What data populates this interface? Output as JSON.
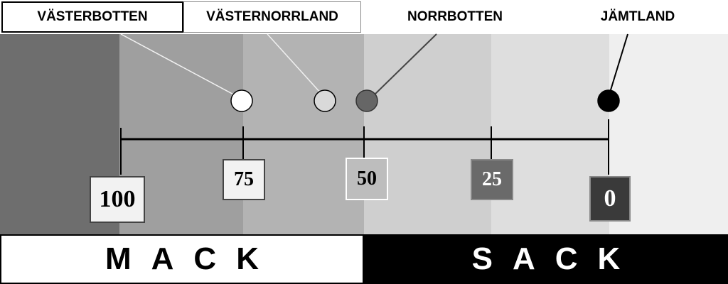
{
  "legend": [
    {
      "label": "VÄSTERBOTTEN",
      "bg": "#ffffff",
      "fg": "#000000"
    },
    {
      "label": "VÄSTERNORRLAND",
      "bg": "#d9d9d9",
      "fg": "#000000"
    },
    {
      "label": "NORRBOTTEN",
      "bg": "#666666",
      "fg": "#ffffff"
    },
    {
      "label": "JÄMTLAND",
      "bg": "#000000",
      "fg": "#ffffff"
    }
  ],
  "scale": {
    "ticks": [
      {
        "value": "100",
        "bg": "#f2f2f2",
        "fg": "#000000"
      },
      {
        "value": "75",
        "bg": "#f2f2f2",
        "fg": "#000000"
      },
      {
        "value": "50",
        "bg": "#bdbdbd",
        "fg": "#000000"
      },
      {
        "value": "25",
        "bg": "#6a6a6a",
        "fg": "#ffffff"
      },
      {
        "value": "0",
        "bg": "#3a3a3a",
        "fg": "#ffffff"
      }
    ]
  },
  "markers": [
    {
      "region": "VÄSTERBOTTEN",
      "score": 70,
      "fill": "#ffffff"
    },
    {
      "region": "VÄSTERNORRLAND",
      "score": 58,
      "fill": "#d9d9d9"
    },
    {
      "region": "NORRBOTTEN",
      "score": 50,
      "fill": "#666666"
    },
    {
      "region": "JÄMTLAND",
      "score": 0,
      "fill": "#000000"
    }
  ],
  "footer": {
    "left": {
      "label": "MACK",
      "bg": "#ffffff",
      "fg": "#000000"
    },
    "right": {
      "label": "SACK",
      "bg": "#000000",
      "fg": "#ffffff"
    }
  }
}
